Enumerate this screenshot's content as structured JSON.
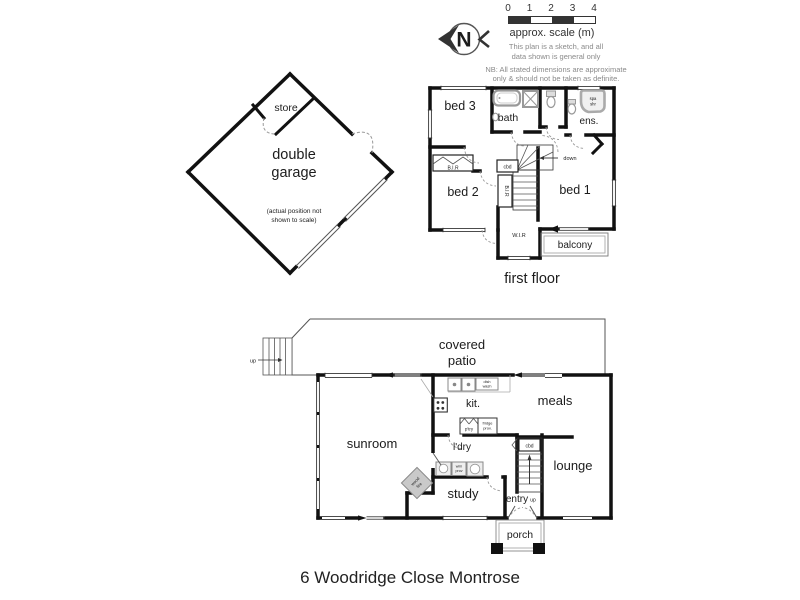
{
  "title": "6 Woodridge Close Montrose",
  "compass": {
    "letter": "N"
  },
  "scalebar": {
    "ticks": [
      "0",
      "1",
      "2",
      "3",
      "4"
    ],
    "caption": "approx. scale (m)",
    "disclaimer_line1": "This plan is a sketch, and all",
    "disclaimer_line2": "data shown is general only",
    "disclaimer_line3": "NB: All stated dimensions are approximate",
    "disclaimer_line4": "only & should not be taken as definite."
  },
  "garage": {
    "store_label": "store",
    "name_line1": "double",
    "name_line2": "garage",
    "note_line1": "(actual position not",
    "note_line2": "shown to scale)"
  },
  "first_floor": {
    "caption": "first floor",
    "bed1": "bed 1",
    "bed2": "bed 2",
    "bed3": "bed 3",
    "bath": "bath",
    "ens": "ens.",
    "spa_line1": "spa",
    "spa_line2": "shr",
    "bir_bed2": "B.I.R",
    "bir_hall": "B.I.R",
    "cbd": "cbd",
    "down": "down",
    "wir": "W.I.R",
    "balcony": "balcony"
  },
  "ground_floor": {
    "patio_line1": "covered",
    "patio_line2": "patio",
    "up_steps": "up",
    "sunroom": "sunroom",
    "kitchen": "kit.",
    "meals": "meals",
    "dish_line1": "dish",
    "dish_line2": "wash",
    "pantry": "p'try",
    "fridge_line1": "fridge",
    "fridge_line2": "prov.",
    "laundry": "l'dry",
    "wm_line1": "w/m",
    "wm_line2": "prov",
    "wood_line1": "wood",
    "wood_line2": "fire",
    "study": "study",
    "lounge": "lounge",
    "entry": "entry",
    "up_stairs": "up",
    "cbd": "cbd",
    "porch": "porch"
  },
  "colors": {
    "wall": "#111111",
    "fixture": "#999999",
    "note_text": "#8a8a8a",
    "background": "#ffffff"
  }
}
